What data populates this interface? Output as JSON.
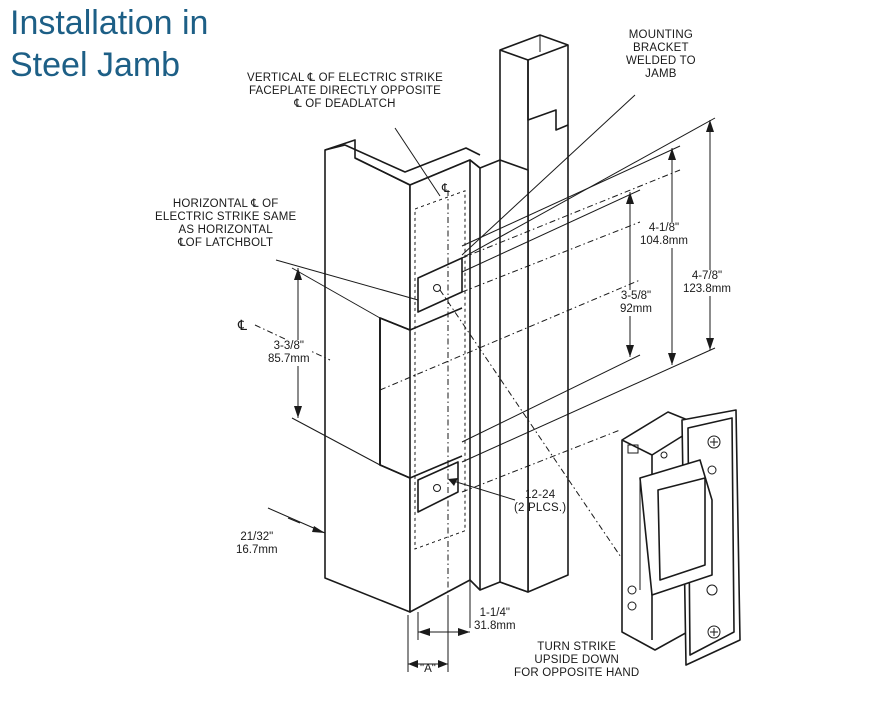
{
  "title": [
    "Installation in",
    "Steel Jamb"
  ],
  "callouts": {
    "mounting_bracket": [
      "MOUNTING",
      "BRACKET",
      "WELDED TO",
      "JAMB"
    ],
    "vertical_cl": [
      "VERTICAL ℄ OF ELECTRIC STRIKE",
      "FACEPLATE DIRECTLY OPPOSITE",
      "℄ OF DEADLATCH"
    ],
    "horizontal_cl": [
      "HORIZONTAL ℄ OF",
      "ELECTRIC STRIKE SAME",
      "AS HORIZONTAL",
      "℄OF LATCHBOLT"
    ],
    "screw": [
      "12-24",
      "(2 PLCS.)"
    ],
    "turn_strike": [
      "TURN STRIKE",
      "UPSIDE DOWN",
      "FOR OPPOSITE HAND"
    ],
    "centerline_symbol": "℄"
  },
  "dimensions": {
    "d_4_1_8": [
      "4-1/8\"",
      "104.8mm"
    ],
    "d_4_7_8": [
      "4-7/8\"",
      "123.8mm"
    ],
    "d_3_5_8": [
      "3-5/8\"",
      "92mm"
    ],
    "d_3_3_8": [
      "3-3/8\"",
      "85.7mm"
    ],
    "d_21_32": [
      "21/32\"",
      "16.7mm"
    ],
    "d_1_1_4": [
      "1-1/4\"",
      "31.8mm"
    ],
    "d_a": "\"A\""
  },
  "colors": {
    "title": "#1d5f86",
    "lines": "#1a1a1a"
  }
}
